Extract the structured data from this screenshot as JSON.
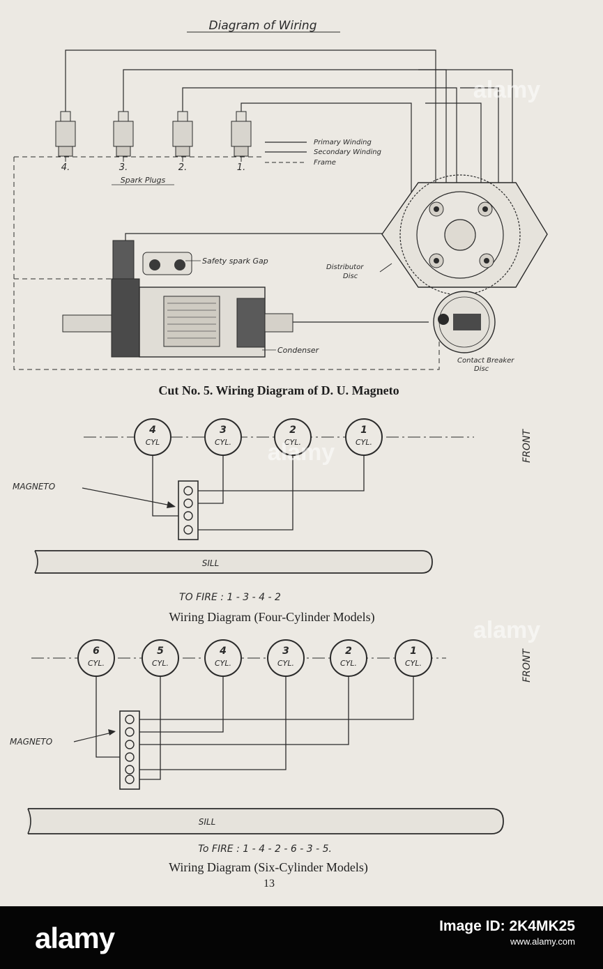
{
  "page": {
    "title": "Diagram of Wiring",
    "page_number": "13"
  },
  "magneto_diagram": {
    "plug_numbers": [
      "4.",
      "3.",
      "2.",
      "1."
    ],
    "spark_plugs_label": "Spark Plugs",
    "legend": [
      "Primary Winding",
      "Secondary Winding",
      "Frame"
    ],
    "safety_gap_label": "Safety spark Gap",
    "distributor_label_1": "Distributor",
    "distributor_label_2": "Disc",
    "condenser_label": "Condenser",
    "breaker_label_1": "Contact Breaker",
    "breaker_label_2": "Disc",
    "caption": "Cut No. 5.   Wiring Diagram of D. U. Magneto"
  },
  "four_cyl": {
    "cylinders": [
      {
        "num": "4",
        "unit": "CYL"
      },
      {
        "num": "3",
        "unit": "CYL."
      },
      {
        "num": "2",
        "unit": "CYL."
      },
      {
        "num": "1",
        "unit": "CYL."
      }
    ],
    "front_label": "FRONT",
    "magneto_label": "MAGNETO",
    "sill_label": "SILL",
    "firing_order": "TO FIRE :  1 - 3 - 4 - 2",
    "caption": "Wiring Diagram (Four-Cylinder Models)"
  },
  "six_cyl": {
    "cylinders": [
      {
        "num": "6",
        "unit": "CYL."
      },
      {
        "num": "5",
        "unit": "CYL."
      },
      {
        "num": "4",
        "unit": "CYL."
      },
      {
        "num": "3",
        "unit": "CYL."
      },
      {
        "num": "2",
        "unit": "CYL."
      },
      {
        "num": "1",
        "unit": "CYL."
      }
    ],
    "front_label": "FRONT",
    "magneto_label": "MAGNETO",
    "sill_label": "SILL",
    "firing_order": "To FIRE :  1 - 4 - 2 - 6 - 3 - 5.",
    "caption": "Wiring Diagram (Six-Cylinder Models)"
  },
  "watermark": {
    "text": "alamy",
    "brand": "alamy",
    "image_id_label": "Image ID: 2K4MK25",
    "site": "www.alamy.com"
  }
}
